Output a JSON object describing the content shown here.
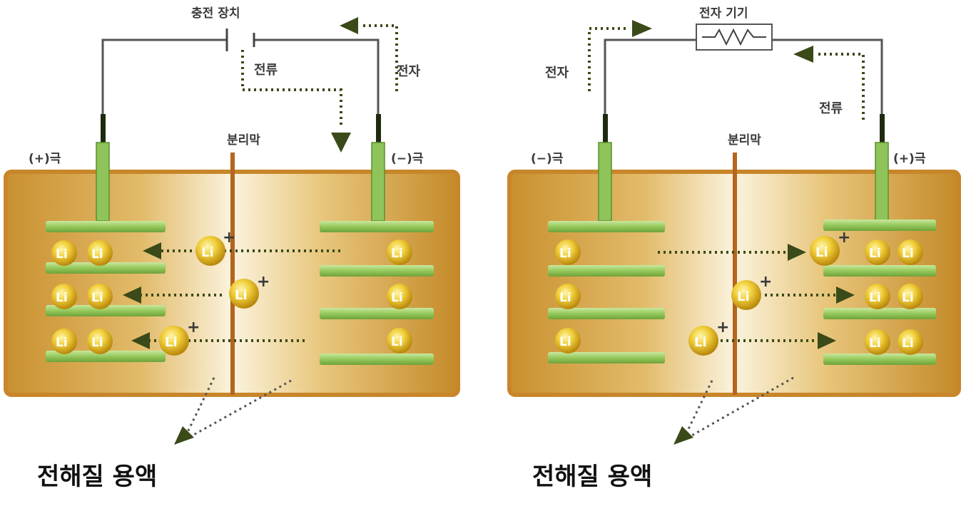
{
  "left_panel": {
    "device_label": "충전 장치",
    "current_label": "전류",
    "electron_label": "전자",
    "positive_label": "(+)극",
    "negative_label": "(−)극",
    "separator_label": "분리막",
    "electrolyte_label": "전해질 용액"
  },
  "right_panel": {
    "device_label": "전자 기기",
    "current_label": "전류",
    "electron_label": "전자",
    "positive_label": "(+)극",
    "negative_label": "(−)극",
    "separator_label": "분리막",
    "electrolyte_label": "전해질 용액"
  },
  "ion": {
    "symbol": "Li",
    "charge": "+"
  },
  "colors": {
    "cell_border": "#c8862a",
    "cell_fill": "#d9a94a",
    "separator": "#b5651d",
    "plate": "#8ec45a",
    "plate_edge": "#5c8f2e",
    "ion": "#e3b92a",
    "arrow": "#3a4a18"
  }
}
